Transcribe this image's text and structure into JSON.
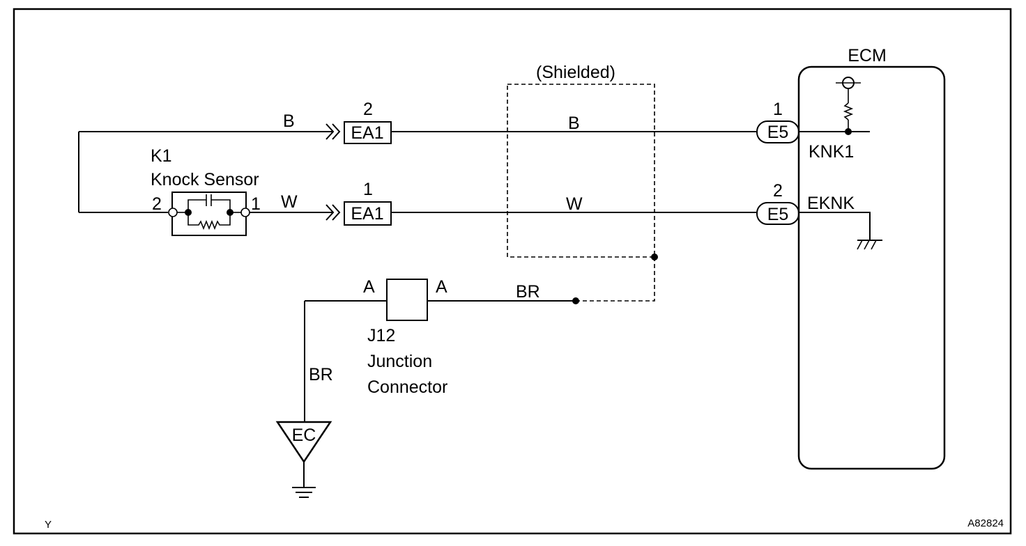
{
  "diagram": {
    "page_code": "A82824",
    "corner_mark": "Y",
    "shield_label": "(Shielded)",
    "ecm": {
      "title": "ECM",
      "knk_label": "KNK1",
      "eknk_label": "EKNK"
    },
    "sensor": {
      "id": "K1",
      "name": "Knock Sensor",
      "pin_left": "2",
      "pin_right": "1"
    },
    "wires": {
      "b_left": "B",
      "b_mid": "B",
      "w_left": "W",
      "w_mid": "W",
      "br_mid": "BR",
      "br_down": "BR"
    },
    "connectors": {
      "ea1_top": {
        "name": "EA1",
        "pin": "2"
      },
      "ea1_bot": {
        "name": "EA1",
        "pin": "1"
      },
      "e5_top": {
        "name": "E5",
        "pin": "1"
      },
      "e5_bot": {
        "name": "E5",
        "pin": "2"
      }
    },
    "junction": {
      "id": "J12",
      "line1": "Junction",
      "line2": "Connector",
      "pin_left": "A",
      "pin_right": "A"
    },
    "ground_point": "EC"
  }
}
